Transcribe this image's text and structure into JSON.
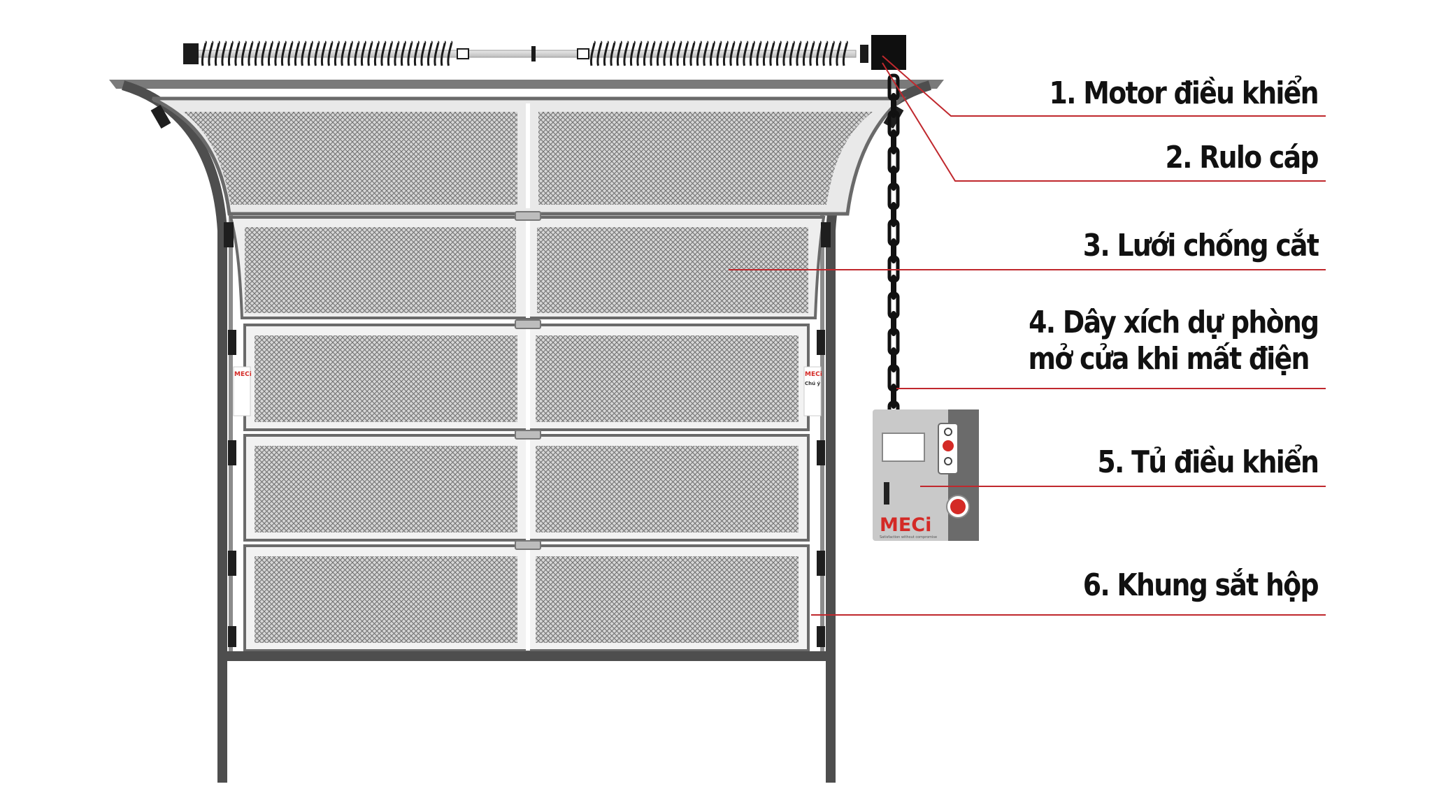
{
  "diagram": {
    "labels": [
      {
        "id": "motor",
        "text": "1. Motor điều khiển"
      },
      {
        "id": "cable-drum",
        "text": "2. Rulo cáp"
      },
      {
        "id": "mesh",
        "text": "3. Lưới chống cắt"
      },
      {
        "id": "chain",
        "line1": "4. Dây xích dự phòng",
        "line2": "mở cửa khi mất điện"
      },
      {
        "id": "control-box",
        "text": "5. Tủ điều khiển"
      },
      {
        "id": "frame",
        "text": "6. Khung sắt hộp"
      }
    ],
    "brand": "MECi",
    "brand_tagline": "Satisfaction without compromise",
    "side_note": "Chú ý",
    "colors": {
      "frame": "#555555",
      "frame_light": "#8a8a8a",
      "panel": "#f2f2f2",
      "mesh": "#cfcfcf",
      "leader_line": "#c0282d",
      "box_body": "#c8c8c8",
      "box_side": "#6b6b6b",
      "button_red": "#d42a26",
      "brand_red": "#d42a26"
    }
  }
}
